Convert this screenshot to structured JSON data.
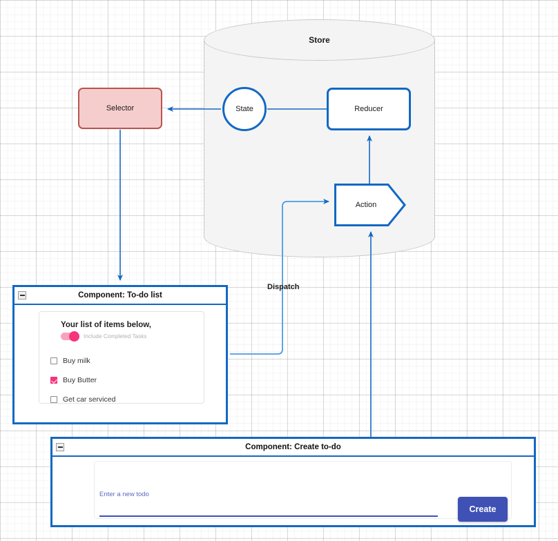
{
  "diagram": {
    "store": {
      "label": "Store"
    },
    "nodes": {
      "selector": "Selector",
      "state": "State",
      "reducer": "Reducer",
      "action": "Action"
    },
    "edge_labels": {
      "dispatch": "Dispatch"
    },
    "colors": {
      "flow_blue": "#1268c3",
      "selector_fill": "#f5cdcd",
      "selector_stroke": "#b85450",
      "store_fill": "#f4f4f4",
      "pink_accent": "#f6337c",
      "indigo": "#3f51b5"
    }
  },
  "components": {
    "todo_list": {
      "title": "Component: To-do list",
      "collapse_icon": "minus-box-icon",
      "heading": "Your list of items below,",
      "toggle": {
        "label": "Include Completed Tasks",
        "on": true
      },
      "items": [
        {
          "label": "Buy milk",
          "checked": false
        },
        {
          "label": "Buy Butter",
          "checked": true
        },
        {
          "label": "Get car serviced",
          "checked": false
        }
      ]
    },
    "create_todo": {
      "title": "Component: Create to-do",
      "collapse_icon": "minus-box-icon",
      "field_label": "Enter a new todo",
      "field_value": "",
      "field_placeholder": "",
      "button_label": "Create"
    }
  }
}
